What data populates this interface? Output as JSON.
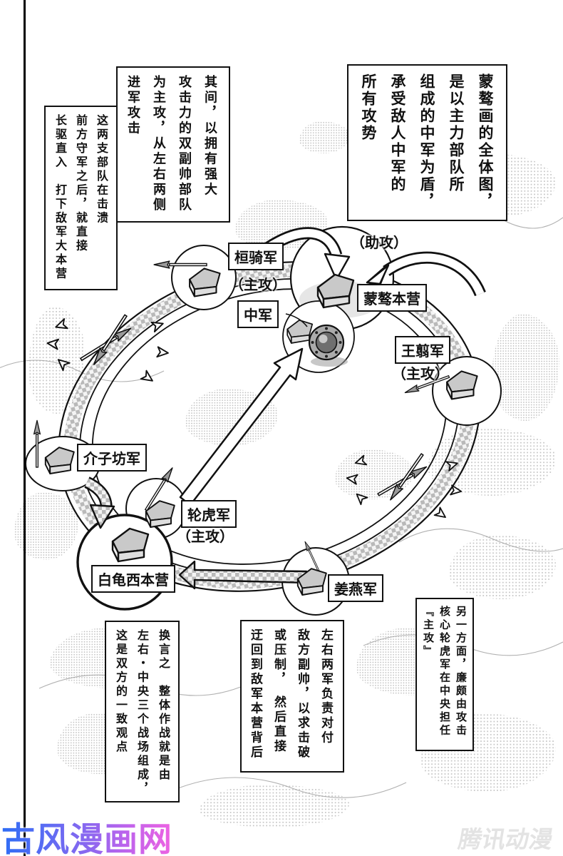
{
  "text_boxes": {
    "top_right": {
      "lines": [
        "蒙骜画的全体图，",
        "是以主力部队所",
        "组成的中军为盾，",
        "承受敌人中军的",
        "所有攻势"
      ]
    },
    "top_middle": {
      "lines": [
        "其间，以拥有强大",
        "攻击力的双副帅部队",
        "为主攻，从左右两侧",
        "进军攻击"
      ]
    },
    "top_left": {
      "lines": [
        "这两支部队在击溃",
        "前方守军之后，就直接",
        "长驱直入　打下敌军大本营"
      ]
    },
    "bottom_right": {
      "lines": [
        "另一方面，廉颇由攻击",
        "核心轮虎军在中央担任",
        "『主攻』"
      ]
    },
    "bottom_middle": {
      "lines": [
        "左右两军负责对付",
        "敌方副帅，以求击破",
        "或压制，　然后直接",
        "迂回到敌军本营背后"
      ]
    },
    "bottom_left": {
      "lines": [
        "换言之　整体作战就是由",
        "左右・中央三个战场组成，",
        "这是双方的一致观点"
      ]
    }
  },
  "diagram": {
    "labels": {
      "huanqi": "桓骑军",
      "huanqi_role": "（主攻）",
      "zhugong": "（助攻）",
      "mengao": "蒙骜本营",
      "zhongjun": "中军",
      "wangjian": "王翦军",
      "wangjian_role": "（主攻）",
      "jiezifang": "介子坊军",
      "lunhu": "轮虎军",
      "lunhu_role": "（主攻）",
      "baigui": "白龟西本营",
      "jiangyan": "姜燕军"
    }
  },
  "watermarks": {
    "left": "古风漫画网",
    "right": "腾讯动漫"
  },
  "colors": {
    "ink": "#111111",
    "band_gray": "#c0c0c0",
    "watermark_blue": "#2e6df5",
    "watermark_pink": "#ee63e2",
    "watermark_gray": "#e3e3e3"
  }
}
